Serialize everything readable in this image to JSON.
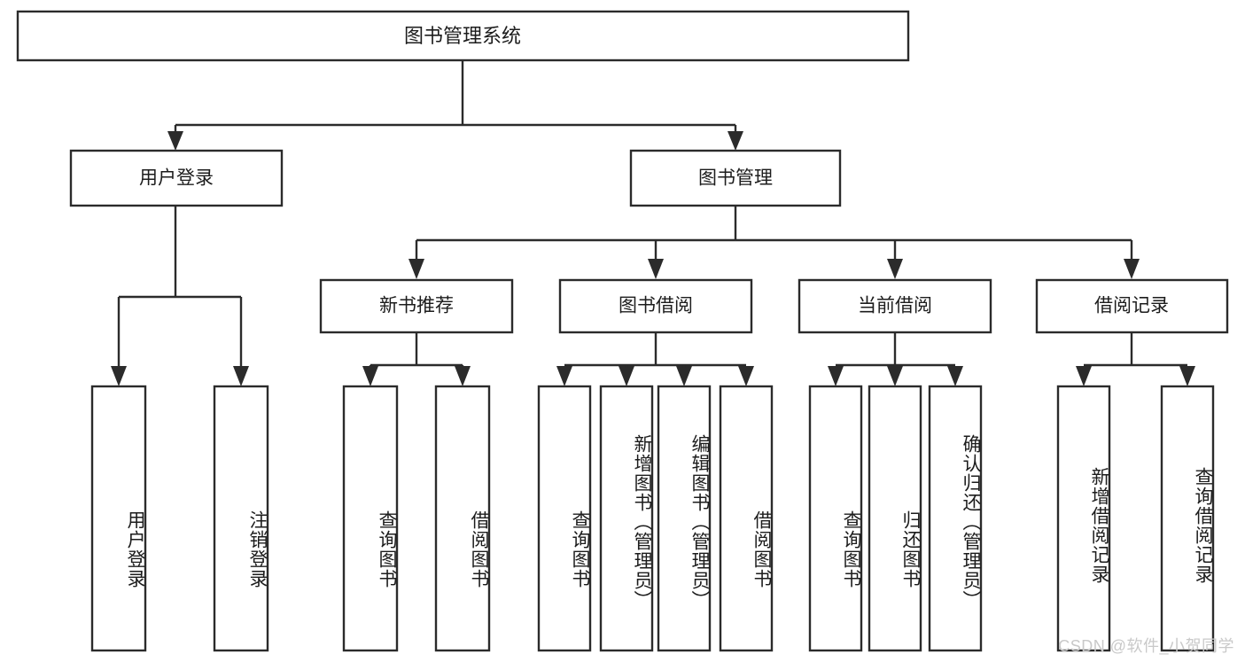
{
  "diagram": {
    "title": "图书管理系统",
    "type": "tree-hierarchy-functional-structure",
    "root": {
      "label": "图书管理系统"
    },
    "level2": [
      {
        "label": "用户登录"
      },
      {
        "label": "图书管理"
      }
    ],
    "level3": [
      {
        "label": "新书推荐"
      },
      {
        "label": "图书借阅"
      },
      {
        "label": "当前借阅"
      },
      {
        "label": "借阅记录"
      }
    ],
    "leaves": {
      "user_login": [
        {
          "label": "用户登录"
        },
        {
          "label": "注销登录"
        }
      ],
      "new_book_recommend": [
        {
          "label": "查询图书"
        },
        {
          "label": "借阅图书"
        }
      ],
      "book_borrow": [
        {
          "label": "查询图书"
        },
        {
          "label": "新增图书（管理员）"
        },
        {
          "label": "编辑图书（管理员）"
        },
        {
          "label": "借阅图书"
        }
      ],
      "current_borrow": [
        {
          "label": "查询图书"
        },
        {
          "label": "归还图书"
        },
        {
          "label": "确认归还（管理员）"
        }
      ],
      "borrow_record": [
        {
          "label": "新增借阅记录"
        },
        {
          "label": "查询借阅记录"
        }
      ]
    }
  },
  "watermark": {
    "text": "CSDN @软件_小贺同学"
  },
  "colors": {
    "stroke": "#2b2b2b",
    "fill": "#ffffff",
    "text": "#1c1c1c",
    "watermark": "#c9c9c9"
  }
}
